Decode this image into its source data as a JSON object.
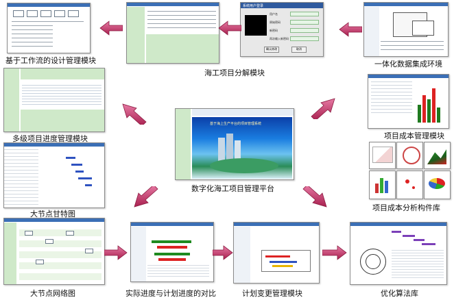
{
  "labels": {
    "workflow_design": "基于工作流的设计管理模块",
    "decomposition": "海工项目分解模块",
    "integration_env": "一体化数据集成环境",
    "multi_progress": "多级项目进度管理模块",
    "platform": "数字化海工项目管理平台",
    "cost_mgmt": "项目成本管理模块",
    "gantt": "大节点甘特图",
    "cost_analysis": "项目成本分析构件库",
    "network": "大节点网络图",
    "actual_vs_plan": "实际进度与计划进度的对比",
    "plan_change": "计划变更管理模块",
    "optimization": "优化算法库"
  },
  "center_banner": "基于海上生产平台的项目管理系统",
  "login_dialog": {
    "title": "系统用户登录",
    "field1": "用户名",
    "field2": "原始密码",
    "field3": "新密码",
    "field4": "再次输入新密码",
    "ok": "确认修改",
    "cancel": "取消"
  },
  "colors": {
    "arrow": "#c8386f",
    "title_bar": "#3b6fb6",
    "panel_green": "#cfe9c9"
  }
}
